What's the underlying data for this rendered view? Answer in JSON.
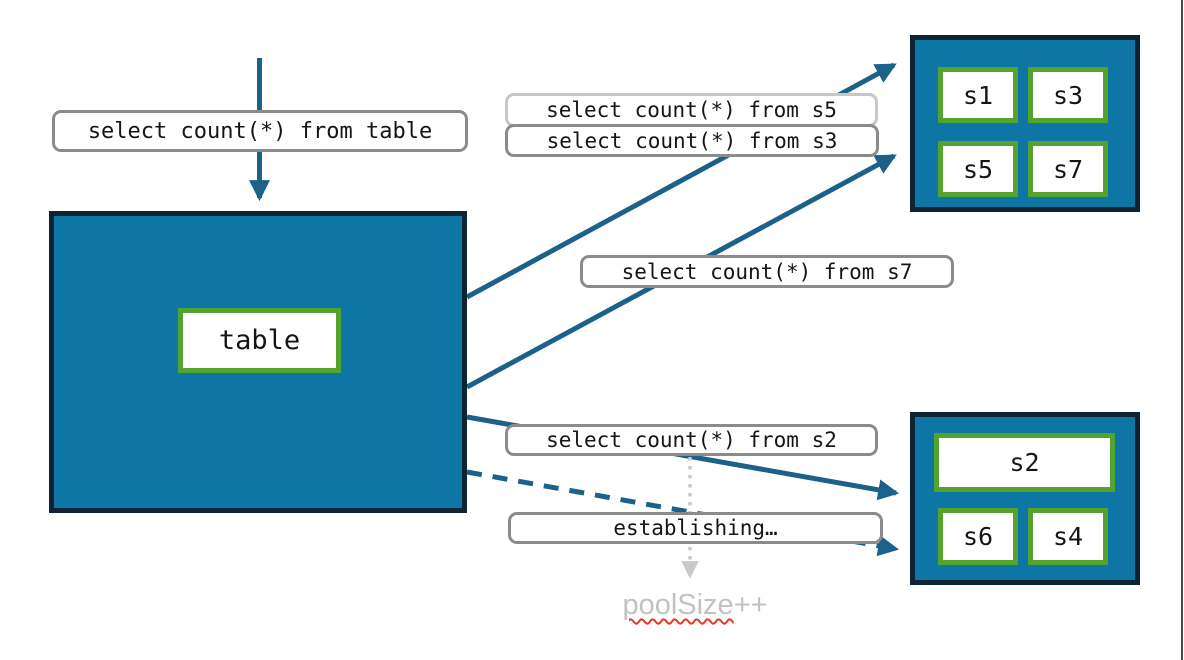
{
  "colors": {
    "teal_fill": "#0e76a4",
    "navy_border": "#0c2433",
    "green_border": "#54a32e",
    "arrow_teal": "#1b6188",
    "label_border_gray": "#8b8b8b",
    "label_border_light": "#c7c7c7",
    "dotted_gray": "#c9c9c9",
    "ghost_text_gray": "#c2c2c2",
    "squiggle_red": "#e03b24"
  },
  "main_box": {
    "label": "table"
  },
  "top_group": {
    "shards": [
      "s1",
      "s3",
      "s5",
      "s7"
    ]
  },
  "bottom_group": {
    "shard_wide": "s2",
    "shards": [
      "s6",
      "s4"
    ]
  },
  "queries": {
    "table": "select count(*) from table",
    "s5": "select count(*) from s5",
    "s3": "select count(*) from s3",
    "s7": "select count(*) from s7",
    "s2": "select count(*) from s2",
    "establishing": "establishing…"
  },
  "annotation": {
    "poolsize": "poolSize",
    "suffix": "++"
  }
}
